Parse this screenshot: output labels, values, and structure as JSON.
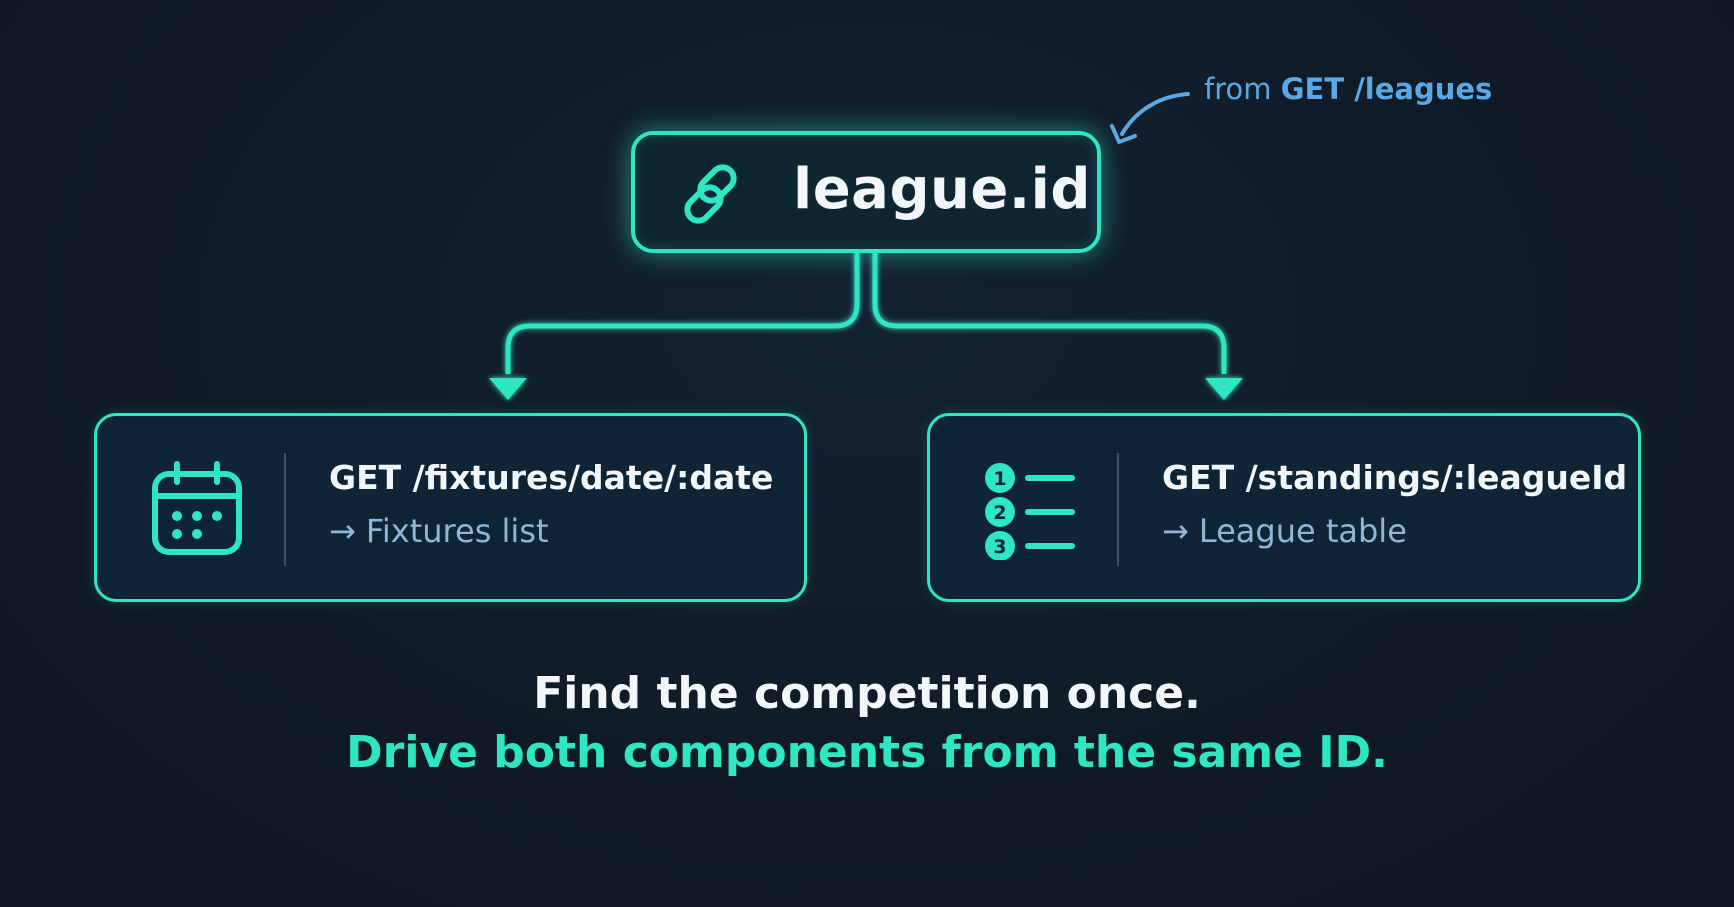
{
  "source_note": {
    "prefix": "from",
    "endpoint": "GET /leagues"
  },
  "root": {
    "label": "league.id",
    "icon": "link-icon"
  },
  "cards": [
    {
      "icon": "calendar-icon",
      "endpoint": "GET /fixtures/date/:date",
      "result_arrow": "→",
      "result": "Fixtures list"
    },
    {
      "icon": "numbered-list-icon",
      "endpoint": "GET /standings/:leagueId",
      "result_arrow": "→",
      "result": "League table",
      "list_numbers": [
        "1",
        "2",
        "3"
      ]
    }
  ],
  "caption": {
    "line1": "Find the competition once.",
    "line2": "Drive both components from the same ID."
  },
  "colors": {
    "background": "#0f1a26",
    "accent": "#2ee6c2",
    "note_blue": "#5aa9e6",
    "muted_text": "#8fb6d6",
    "text": "#f2f6f8"
  }
}
